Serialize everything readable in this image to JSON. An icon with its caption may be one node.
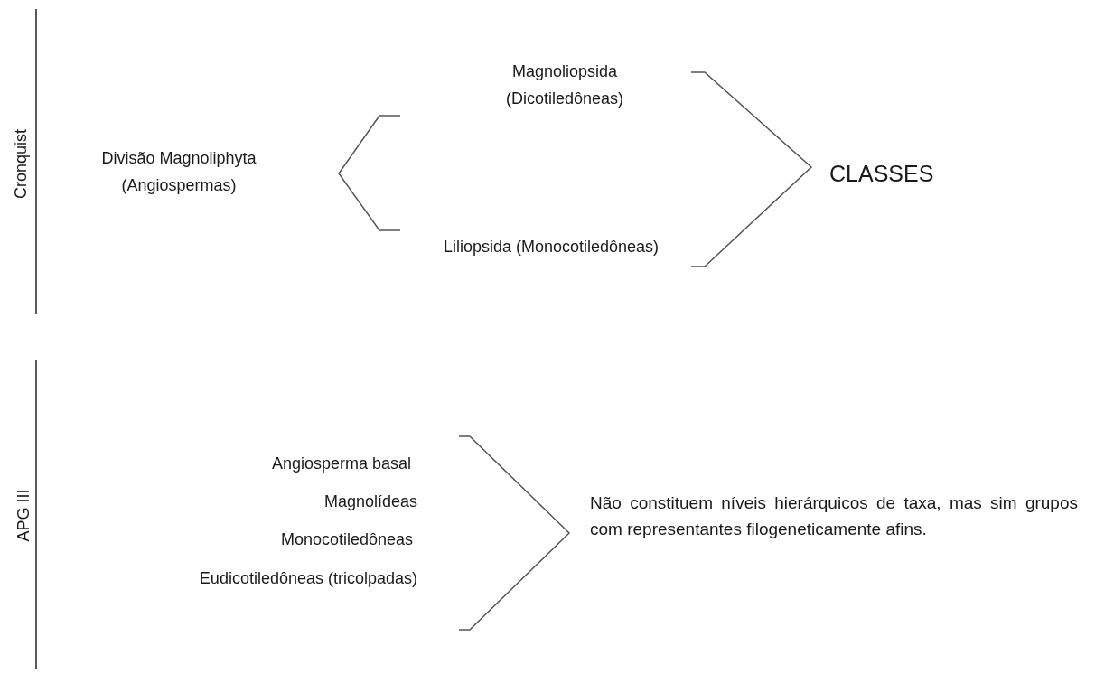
{
  "diagram": {
    "labels": [
      "Cronquist",
      "Magnoliopsida (Dicotiledôneas)",
      "Divisão Magnoliphyta (Angiospermas)",
      "CLASSES",
      "Liliopsida (Monocotiledôneas)",
      "APG III",
      "Angiosperma basal",
      "Magnolídeas",
      "Não constituem níveis hierárquicos de taxa, mas sim grupos com representantes filogeneticamente afins.",
      "Monocotiledôneas",
      "Eudicotiledôneas (tricolpadas)"
    ]
  }
}
